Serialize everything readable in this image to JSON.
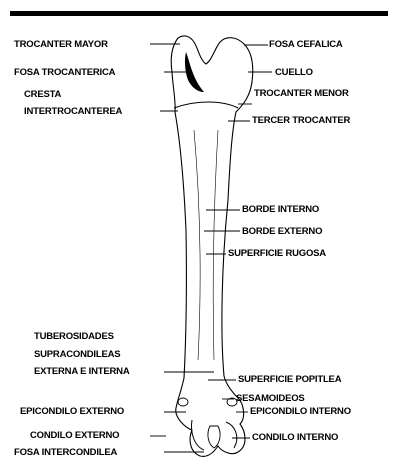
{
  "labels": {
    "trocanter_mayor": "TROCANTER MAYOR",
    "fosa_cefalica": "FOSA CEFALICA",
    "fosa_trocanterica": "FOSA TROCANTERICA",
    "cuello": "CUELLO",
    "cresta": "CRESTA",
    "intertrocanterea": "INTERTROCANTEREA",
    "trocanter_menor": "TROCANTER MENOR",
    "tercer_trocanter": "TERCER TROCANTER",
    "borde_interno": "BORDE INTERNO",
    "borde_externo": "BORDE EXTERNO",
    "superficie_rugosa": "SUPERFICIE RUGOSA",
    "tuberosidades": "TUBEROSIDADES",
    "supracondileas": "SUPRACONDILEAS",
    "externa_e_interna": "EXTERNA E INTERNA",
    "superficie_popitlea": "SUPERFICIE POPITLEA",
    "sesamoideos": "SESAMOIDEOS",
    "epicondilo_externo": "EPICONDILO EXTERNO",
    "epicondilo_interno": "EPICONDILO INTERNO",
    "condilo_externo": "CONDILO EXTERNO",
    "condilo_interno": "CONDILO INTERNO",
    "fosa_intercondilea": "FOSA INTERCONDILEA"
  },
  "colors": {
    "ink": "#000000",
    "background": "#ffffff"
  }
}
